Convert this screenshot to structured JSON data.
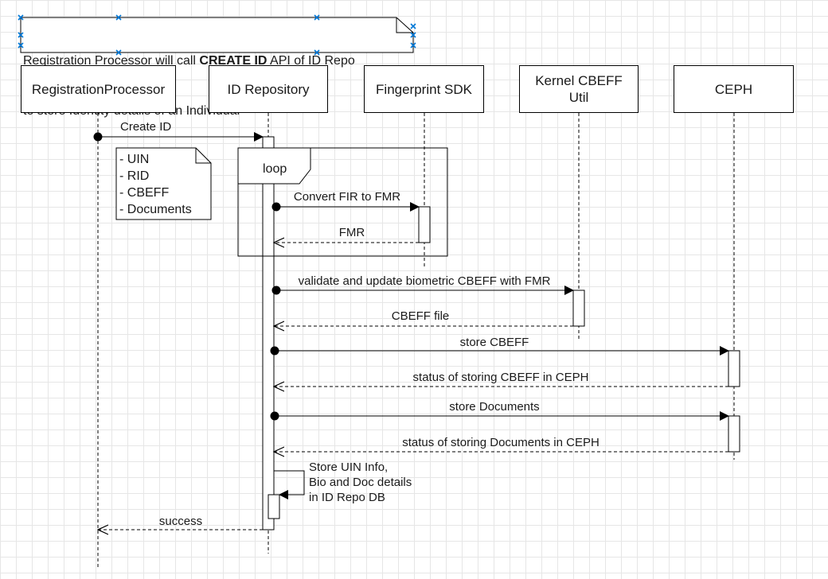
{
  "title_note": {
    "prefix": "Registration Processor will call ",
    "bold": "CREATE ID",
    "suffix": " API of ID Repo",
    "line2": "to store Identity details of an Individual"
  },
  "participants": [
    {
      "id": "registration_processor",
      "label": "RegistrationProcessor"
    },
    {
      "id": "id_repository",
      "label": "ID Repository"
    },
    {
      "id": "fingerprint_sdk",
      "label": "Fingerprint SDK"
    },
    {
      "id": "kernel_cbeff_util",
      "label": "Kernel CBEFF Util"
    },
    {
      "id": "ceph",
      "label": "CEPH"
    }
  ],
  "create_note": {
    "lines": [
      "- UIN",
      "- RID",
      "- CBEFF",
      "- Documents"
    ]
  },
  "loop": {
    "label": "loop"
  },
  "messages": [
    {
      "id": "create_id",
      "from": "registration_processor",
      "to": "id_repository",
      "label": "Create ID",
      "style": "sync"
    },
    {
      "id": "convert_fir",
      "from": "id_repository",
      "to": "fingerprint_sdk",
      "label": "Convert FIR to FMR",
      "style": "sync"
    },
    {
      "id": "fmr",
      "from": "fingerprint_sdk",
      "to": "id_repository",
      "label": "FMR",
      "style": "return"
    },
    {
      "id": "validate",
      "from": "id_repository",
      "to": "kernel_cbeff_util",
      "label": "validate and update biometric CBEFF with FMR",
      "style": "sync"
    },
    {
      "id": "cbeff_file",
      "from": "kernel_cbeff_util",
      "to": "id_repository",
      "label": "CBEFF file",
      "style": "return"
    },
    {
      "id": "store_cbeff",
      "from": "id_repository",
      "to": "ceph",
      "label": "store CBEFF",
      "style": "sync"
    },
    {
      "id": "status_cbeff",
      "from": "ceph",
      "to": "id_repository",
      "label": "status of storing CBEFF in CEPH",
      "style": "return"
    },
    {
      "id": "store_docs",
      "from": "id_repository",
      "to": "ceph",
      "label": "store Documents",
      "style": "sync"
    },
    {
      "id": "status_docs",
      "from": "ceph",
      "to": "id_repository",
      "label": "status of storing Documents in CEPH",
      "style": "return"
    },
    {
      "id": "success",
      "from": "id_repository",
      "to": "registration_processor",
      "label": "success",
      "style": "return"
    }
  ],
  "self_message": {
    "lines": [
      "Store UIN Info,",
      "Bio and Doc details",
      "in ID Repo DB"
    ]
  },
  "colors": {
    "line": "#000000",
    "selection_handle": "#0078d7",
    "grid": "#e6e6e6"
  }
}
